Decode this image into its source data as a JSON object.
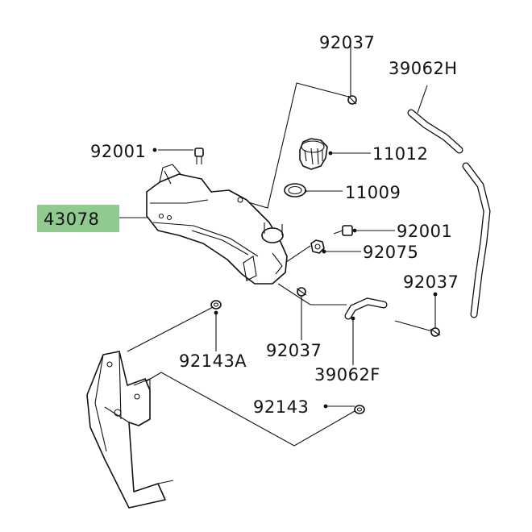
{
  "colors": {
    "highlight": "#8fca8f",
    "line": "#111111",
    "background": "#ffffff"
  },
  "parts": {
    "clamp_top": "92037",
    "hose_top": "39062H",
    "bolt_top": "92001",
    "cap": "11012",
    "gasket": "11009",
    "reservoir_tank": "43078",
    "bolt_right": "92001",
    "nut": "92075",
    "clamp_right": "92037",
    "grommet_a": "92143A",
    "clamp_bottom": "92037",
    "hose_bottom": "39062F",
    "grommet": "92143"
  }
}
